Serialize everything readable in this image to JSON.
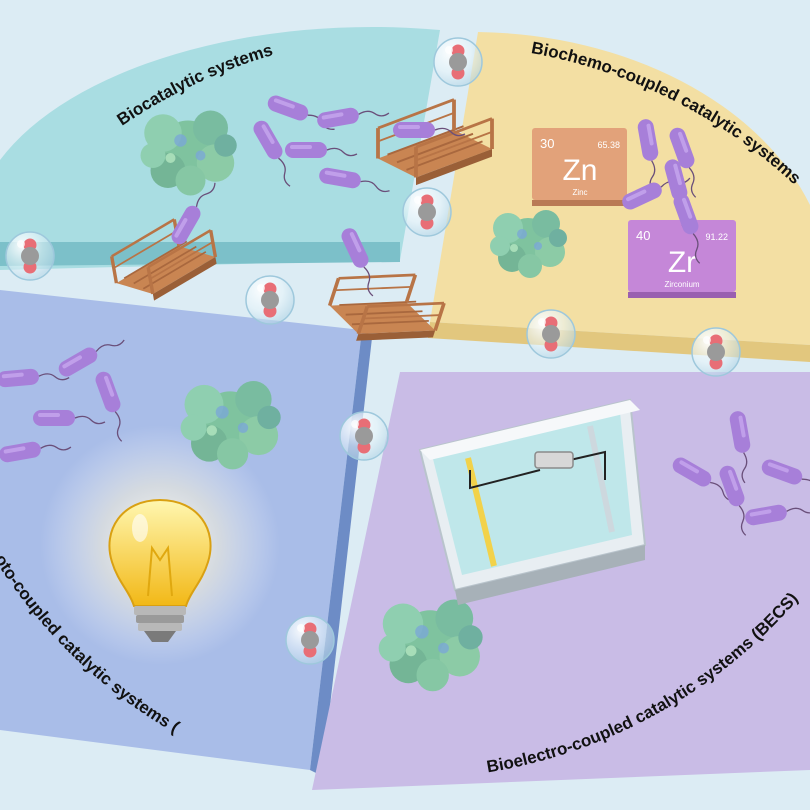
{
  "quadrants": {
    "biocatalytic": {
      "label": "Biocatalytic systems",
      "color": "#a9dde2"
    },
    "biochemo": {
      "label": "Biochemo-coupled catalytic systems",
      "color": "#f3dfa3"
    },
    "biophoto": {
      "label": "Biophoto-coupled catalytic systems (BPCS)",
      "color": "#a9bde8"
    },
    "bioelectro": {
      "label": "Bioelectro-coupled catalytic systems (BECS)",
      "color": "#c9bce6"
    }
  },
  "elements": [
    {
      "number": "30",
      "symbol": "Zn",
      "name": "Zinc",
      "mass": "65.38",
      "color": "#e2a27a"
    },
    {
      "number": "40",
      "symbol": "Zr",
      "name": "Zirconium",
      "mass": "91.22",
      "color": "#c587d8"
    }
  ],
  "colors": {
    "bacteria": "#a77fd9",
    "enzyme": "#7fc39f",
    "bridge": "#c98552",
    "bulb": "#f6cf2e",
    "co2_carbon": "#9a9a9a",
    "co2_oxygen": "#e86e76"
  },
  "icons": [
    "bacterium-icon",
    "enzyme-icon",
    "co2-bubble-icon",
    "bridge-icon",
    "light-bulb-icon",
    "electrolysis-cell-icon"
  ]
}
